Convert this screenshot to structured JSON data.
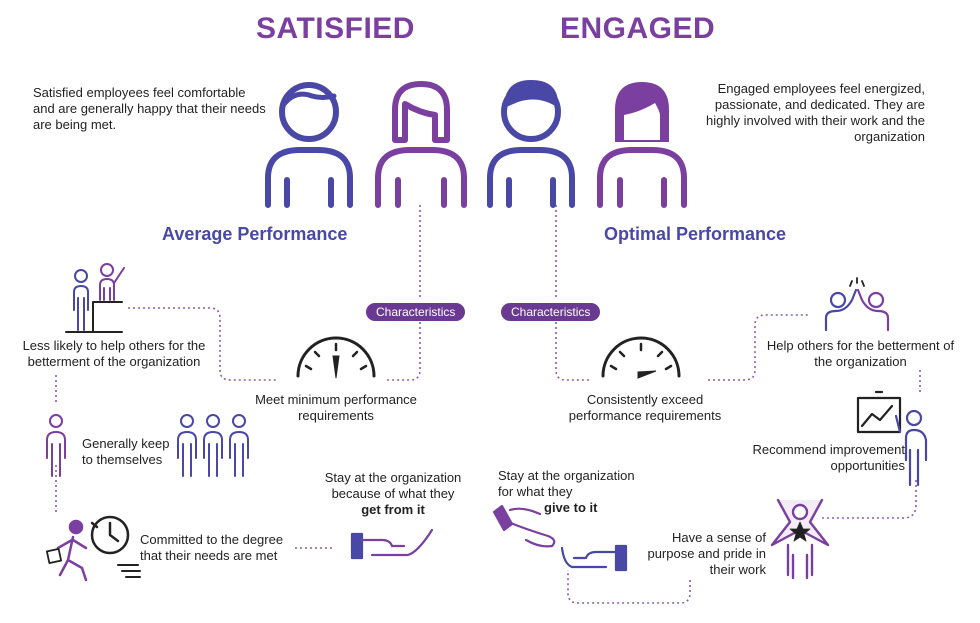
{
  "headings": {
    "satisfied": "SATISFIED",
    "engaged": "ENGAGED"
  },
  "descriptions": {
    "satisfied": "Satisfied employees feel comfortable and are generally happy that their needs are being met.",
    "engaged": "Engaged employees feel energized, passionate, and dedicated. They are highly involved with their work and the organization"
  },
  "performance": {
    "average": "Average Performance",
    "optimal": "Optimal Performance"
  },
  "characteristics_label": "Characteristics",
  "satisfied_traits": {
    "help": "Less likely to help others for the betterment of the organization",
    "gauge": "Meet minimum performance requirements",
    "keep": "Generally keep to themselves",
    "committed": "Committed to the degree that their needs are met",
    "stay_prefix": "Stay at the organization because of what they",
    "stay_bold": "get from it"
  },
  "engaged_traits": {
    "gauge": "Consistently exceed performance requirements",
    "help": "Help others for the betterment of the organization",
    "recommend": "Recommend improvement opportunities",
    "purpose": "Have a sense of purpose and pride in their work",
    "stay_prefix": "Stay at the organization for what they",
    "stay_bold": "give to it"
  },
  "colors": {
    "purple": "#7b3fa0",
    "blue": "#4a48a6",
    "accent_pill": "#6a3a93",
    "dotted": "#8a5cb0",
    "text": "#222222"
  },
  "icons": [
    "male-head-icon",
    "female-head-icon",
    "gauge-icon",
    "podium-people-icon",
    "person-icon",
    "group-icon",
    "running-clock-icon",
    "receiving-hand-icon",
    "giving-hand-icon",
    "high-five-icon",
    "presentation-icon",
    "star-person-icon"
  ]
}
